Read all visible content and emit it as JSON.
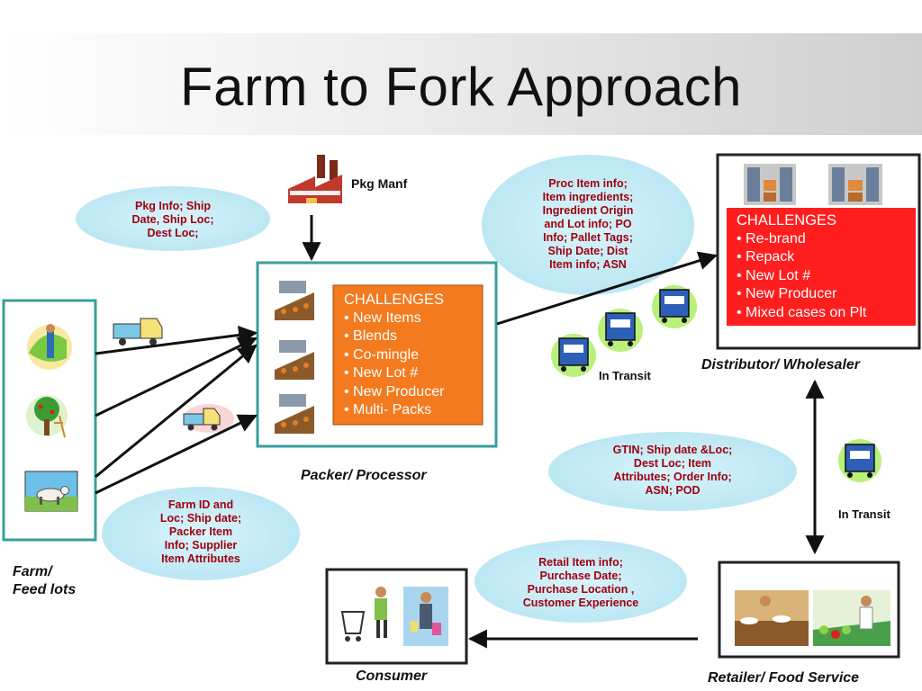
{
  "title": "Farm to Fork Approach",
  "labels": {
    "pkg_manf": "Pkg Manf",
    "packer": "Packer/ Processor",
    "distributor": "Distributor/ Wholesaler",
    "farm_line1": "Farm/",
    "farm_line2": "Feed lots",
    "consumer": "Consumer",
    "retailer": "Retailer/ Food Service",
    "in_transit_1": "In Transit",
    "in_transit_2": "In Transit"
  },
  "clouds": {
    "pkg_info": [
      "Pkg Info; Ship",
      "Date, Ship Loc;",
      "Dest Loc;"
    ],
    "proc_item": [
      "Proc Item info;",
      "Item ingredients;",
      "Ingredient Origin",
      "and Lot info; PO",
      "Info; Pallet Tags;",
      "Ship Date; Dist",
      "Item info; ASN"
    ],
    "gtin": [
      "GTIN; Ship date &Loc;",
      "Dest Loc; Item",
      "Attributes; Order Info;",
      "ASN; POD"
    ],
    "farm_id": [
      "Farm ID and",
      "Loc; Ship date;",
      "Packer Item",
      "Info; Supplier",
      "Item Attributes"
    ],
    "retail_item": [
      "Retail Item info;",
      "Purchase Date;",
      "Purchase Location ,",
      "Customer Experience"
    ]
  },
  "packer_challenges": {
    "heading": "CHALLENGES",
    "items": [
      "New Items",
      "Blends",
      "Co-mingle",
      "New Lot #",
      "New Producer",
      "Multi- Packs"
    ]
  },
  "distributor_challenges": {
    "heading": "CHALLENGES",
    "items": [
      "Re-brand",
      "Repack",
      "New Lot #",
      "New Producer",
      "Mixed cases on Plt"
    ]
  },
  "colors": {
    "cloud_fill": "#c9eef7",
    "cloud_text": "#a00010",
    "packer_box": "#f47a1f",
    "distributor_box": "#ff1e1e",
    "teal_border": "#3a9e9e"
  }
}
